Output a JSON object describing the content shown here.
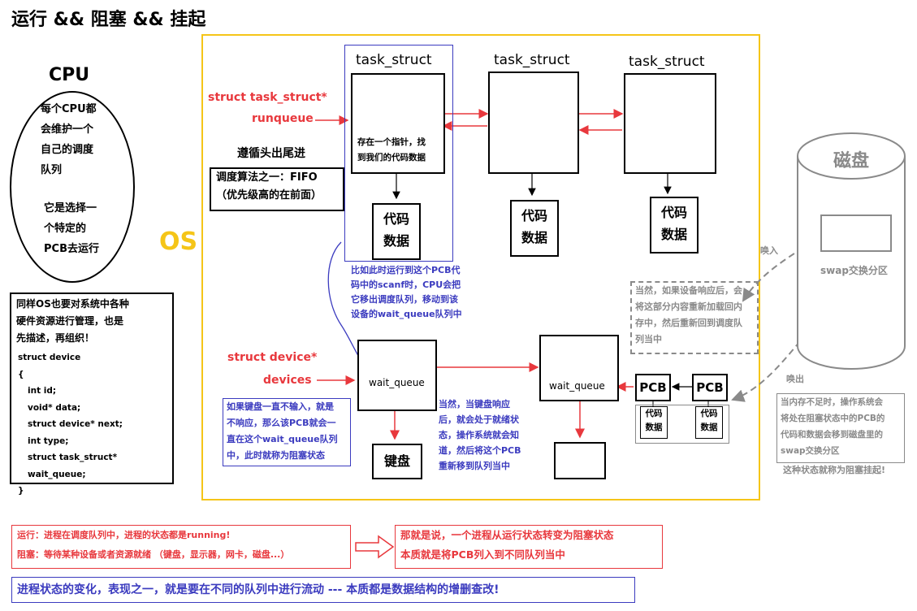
{
  "title": "运行 && 阻塞 && 挂起",
  "cpu": {
    "label": "CPU",
    "desc1": [
      "每个CPU都",
      "会维护一个",
      "自己的调度",
      "队列"
    ],
    "desc2": [
      "它是选择一",
      "个特定的",
      "PCB去运行"
    ]
  },
  "os_label": "OS",
  "device_note": {
    "intro": [
      "同样OS也要对系统中各种",
      "硬件资源进行管理，也是",
      "先描述，再组织！"
    ],
    "code": [
      "struct device",
      "{",
      "int id;",
      "void* data;",
      "struct device* next;",
      "int type;",
      "struct task_struct* wait_queue;",
      "}"
    ]
  },
  "runqueue": {
    "decl": "struct task_struct*",
    "name": "runqueue",
    "fifo_title": "遵循头出尾进",
    "fifo_box": [
      "调度算法之一：FIFO",
      "（优先级高的在前面）"
    ]
  },
  "tasks": {
    "label": "task_struct",
    "pointer_text": [
      "存在一个指针，找",
      "到我们的代码数据"
    ],
    "code_label": [
      "代码",
      "数据"
    ]
  },
  "scanf_note": [
    "比如此时运行到这个PCB代",
    "码中的scanf时，CPU会把",
    "它移出调度队列，移动到该",
    "设备的wait_queue队列中"
  ],
  "devices": {
    "decl": "struct device*",
    "name": "devices",
    "wait_queue": "wait_queue",
    "keyboard": "键盘"
  },
  "keyboard_note": [
    "如果键盘一直不输入，就是",
    "不响应，那么该PCB就会一",
    "直在这个wait_queue队列",
    "中，此时就称为阻塞状态"
  ],
  "ready_note": [
    "当然，当键盘响应",
    "后，就会处于就绪状",
    "态，操作系统就会知",
    "道，然后将这个PCB",
    "重新移到队列当中"
  ],
  "pcb": {
    "label": "PCB",
    "code_label": [
      "代码",
      "数据"
    ]
  },
  "swapin_note": [
    "当然，如果设备响应后，会",
    "将这部分内容重新加载回内",
    "存中，然后重新回到调度队",
    "列当中"
  ],
  "disk": {
    "label": "磁盘",
    "swap_label": "swap交换分区",
    "swap_in": "唤入",
    "swap_out": "唤出"
  },
  "suspend_note": [
    "当内存不足时，操作系统会",
    "将处在阻塞状态中的PCB的",
    "代码和数据会移到磁盘里的",
    "swap交换分区"
  ],
  "suspend_caption": "这种状态就称为阻塞挂起!",
  "states": {
    "running": "运行：进程在调度队列中，进程的状态都是running!",
    "blocked": "阻塞：等待某种设备或者资源就绪 （键盘，显示器，网卡，磁盘...）"
  },
  "conclusion": [
    "那就是说，一个进程从运行状态转变为阻塞状态",
    "本质就是将PCB列入到不同队列当中"
  ],
  "summary": "进程状态的变化，表现之一，就是要在不同的队列中进行流动 --- 本质都是数据结构的增删查改!",
  "colors": {
    "red": "#e8383d",
    "blue": "#3b3bbf",
    "os_border": "#f5c518",
    "os_label": "#f5c518",
    "gray": "#8a8a8a"
  }
}
